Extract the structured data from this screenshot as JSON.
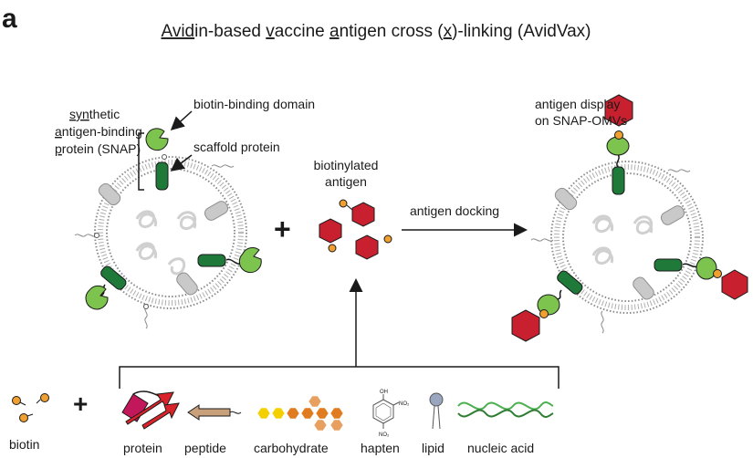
{
  "panel_label": "a",
  "title_segments": [
    {
      "text": "Avid",
      "underline": true
    },
    {
      "text": "in-based ",
      "underline": false
    },
    {
      "text": "v",
      "underline": true
    },
    {
      "text": "accine ",
      "underline": false
    },
    {
      "text": "a",
      "underline": true
    },
    {
      "text": "ntigen cross (",
      "underline": false
    },
    {
      "text": "x",
      "underline": true
    },
    {
      "text": ")-linking (AvidVax)",
      "underline": false
    }
  ],
  "snap_label": {
    "line1": [
      {
        "text": "syn",
        "underline": true
      },
      {
        "text": "thetic",
        "underline": false
      }
    ],
    "line2": [
      {
        "text": "a",
        "underline": true
      },
      {
        "text": "ntigen-binding",
        "underline": false
      }
    ],
    "line3": [
      {
        "text": "p",
        "underline": true
      },
      {
        "text": "rotein (SNAP)",
        "underline": false
      }
    ]
  },
  "labels": {
    "biotin_binding_domain": "biotin-binding domain",
    "scaffold_protein": "scaffold protein",
    "biotinylated_antigen_1": "biotinylated",
    "biotinylated_antigen_2": "antigen",
    "antigen_docking": "antigen docking",
    "antigen_display_1": "antigen display",
    "antigen_display_2": "on SNAP-OMVs",
    "plus": "+"
  },
  "bottom_labels": {
    "biotin": "biotin",
    "protein": "protein",
    "peptide": "peptide",
    "carbohydrate": "carbohydrate",
    "hapten": "hapten",
    "lipid": "lipid",
    "nucleic_acid": "nucleic acid"
  },
  "hapten_labels": {
    "oh": "OH",
    "no2_a": "NO₂",
    "no2_b": "NO₂"
  },
  "colors": {
    "green": "#7cc44e",
    "dark_green": "#1f7a3a",
    "red": "#c8202e",
    "orange": "#f0a030",
    "grey": "#bdbdbd",
    "tan": "#c8a07a",
    "yellow": "#f5d000",
    "carb_orange": "#e07b20",
    "magenta": "#c2185b"
  }
}
